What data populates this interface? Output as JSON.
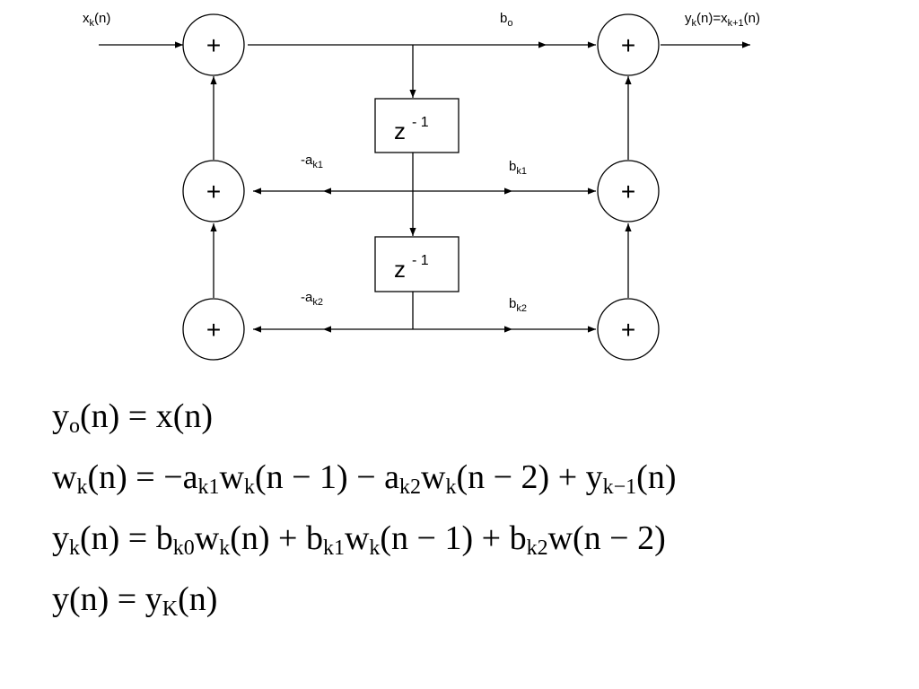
{
  "diagram": {
    "labels": {
      "input": {
        "main": "x",
        "sub": "k",
        "rest": "(n)"
      },
      "output": {
        "main": "y",
        "sub": "k",
        "mid": "(n)=x",
        "sub2": "k+1",
        "rest": "(n)"
      },
      "b0": {
        "main": "b",
        "sub": "o"
      },
      "b1": {
        "main": "b",
        "sub": "k1"
      },
      "b2": {
        "main": "b",
        "sub": "k2"
      },
      "a1": {
        "main": "-a",
        "sub": "k1"
      },
      "a2": {
        "main": "-a",
        "sub": "k2"
      }
    },
    "adder_symbol": "+",
    "delay": {
      "main": "z",
      "sup": "- 1"
    }
  },
  "equations": [
    {
      "html": "y<sub>o</sub>(n) = x(n)"
    },
    {
      "html": "w<sub>k</sub>(n) = −a<sub>k1</sub>w<sub>k</sub>(n − 1) − a<sub>k2</sub>w<sub>k</sub>(n − 2) + y<sub>k−1</sub>(n)"
    },
    {
      "html": "y<sub>k</sub>(n) = b<sub>k0</sub>w<sub>k</sub>(n) + b<sub>k1</sub>w<sub>k</sub>(n − 1) + b<sub>k2</sub>w(n − 2)"
    },
    {
      "html": "y(n) = y<sub>K</sub>(n)"
    }
  ]
}
